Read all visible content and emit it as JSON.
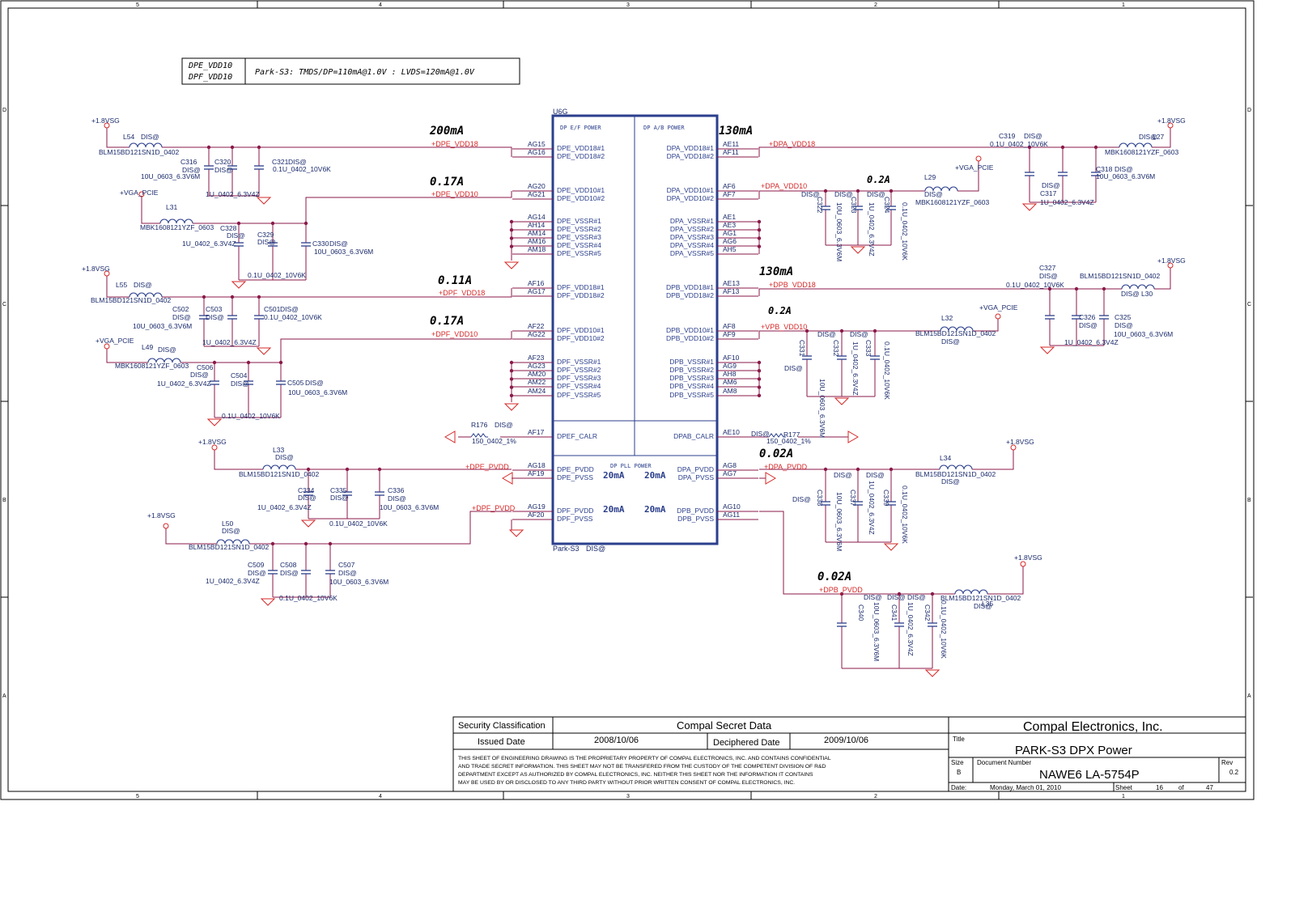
{
  "frame": {
    "col_labels": [
      "5",
      "4",
      "3",
      "2",
      "1"
    ],
    "row_labels": [
      "D",
      "C",
      "B",
      "A"
    ]
  },
  "note": {
    "nets": [
      "DPE_VDD10",
      "DPF_VDD10"
    ],
    "text": "Park-S3: TMDS/DP=110mA@1.0V : LVDS=120mA@1.0V"
  },
  "chip": {
    "ref": "U6G",
    "part": "Park-S3",
    "dis": "DIS@",
    "section_left": "DP E/F POWER",
    "section_right": "DP A/B POWER",
    "section_pll": "DP PLL POWER",
    "pll_currents": [
      "20mA",
      "20mA",
      "20mA",
      "20mA"
    ],
    "left_pins": [
      {
        "ball": "AG15",
        "name": "DPE_VDD18#1"
      },
      {
        "ball": "AG16",
        "name": "DPE_VDD18#2"
      },
      {
        "ball": "AG20",
        "name": "DPE_VDD10#1"
      },
      {
        "ball": "AG21",
        "name": "DPE_VDD10#2"
      },
      {
        "ball": "AG14",
        "name": "DPE_VSSR#1"
      },
      {
        "ball": "AH14",
        "name": "DPE_VSSR#2"
      },
      {
        "ball": "AM14",
        "name": "DPE_VSSR#3"
      },
      {
        "ball": "AM16",
        "name": "DPE_VSSR#4"
      },
      {
        "ball": "AM18",
        "name": "DPE_VSSR#5"
      },
      {
        "ball": "AF16",
        "name": "DPF_VDD18#1"
      },
      {
        "ball": "AG17",
        "name": "DPF_VDD18#2"
      },
      {
        "ball": "AF22",
        "name": "DPF_VDD10#1"
      },
      {
        "ball": "AG22",
        "name": "DPF_VDD10#2"
      },
      {
        "ball": "AF23",
        "name": "DPF_VSSR#1"
      },
      {
        "ball": "AG23",
        "name": "DPF_VSSR#2"
      },
      {
        "ball": "AM20",
        "name": "DPF_VSSR#3"
      },
      {
        "ball": "AM22",
        "name": "DPF_VSSR#4"
      },
      {
        "ball": "AM24",
        "name": "DPF_VSSR#5"
      },
      {
        "ball": "AF17",
        "name": "DPEF_CALR"
      },
      {
        "ball": "AG18",
        "name": "DPE_PVDD"
      },
      {
        "ball": "AF19",
        "name": "DPE_PVSS"
      },
      {
        "ball": "AG19",
        "name": "DPF_PVDD"
      },
      {
        "ball": "AF20",
        "name": "DPF_PVSS"
      }
    ],
    "right_pins": [
      {
        "ball": "AE11",
        "name": "DPA_VDD18#1"
      },
      {
        "ball": "AF11",
        "name": "DPA_VDD18#2"
      },
      {
        "ball": "AF6",
        "name": "DPA_VDD10#1"
      },
      {
        "ball": "AF7",
        "name": "DPA_VDD10#2"
      },
      {
        "ball": "AE1",
        "name": "DPA_VSSR#1"
      },
      {
        "ball": "AE3",
        "name": "DPA_VSSR#2"
      },
      {
        "ball": "AG1",
        "name": "DPA_VSSR#3"
      },
      {
        "ball": "AG6",
        "name": "DPA_VSSR#4"
      },
      {
        "ball": "AH5",
        "name": "DPA_VSSR#5"
      },
      {
        "ball": "AE13",
        "name": "DPB_VDD18#1"
      },
      {
        "ball": "AF13",
        "name": "DPB_VDD18#2"
      },
      {
        "ball": "AF8",
        "name": "DPB_VDD10#1"
      },
      {
        "ball": "AF9",
        "name": "DPB_VDD10#2"
      },
      {
        "ball": "AF10",
        "name": "DPB_VSSR#1"
      },
      {
        "ball": "AG9",
        "name": "DPB_VSSR#2"
      },
      {
        "ball": "AH8",
        "name": "DPB_VSSR#3"
      },
      {
        "ball": "AM6",
        "name": "DPB_VSSR#4"
      },
      {
        "ball": "AM8",
        "name": "DPB_VSSR#5"
      },
      {
        "ball": "AE10",
        "name": "DPAB_CALR"
      },
      {
        "ball": "AG8",
        "name": "DPA_PVDD"
      },
      {
        "ball": "AG7",
        "name": "DPA_PVSS"
      },
      {
        "ball": "AG10",
        "name": "DPB_PVDD"
      },
      {
        "ball": "AG11",
        "name": "DPB_PVSS"
      }
    ]
  },
  "currents": [
    "200mA",
    "0.17A",
    "0.11A",
    "0.17A",
    "130mA",
    "0.2A",
    "130mA",
    "0.2A",
    "0.02A",
    "0.02A"
  ],
  "nets": [
    "+DPE_VDD18",
    "+DPE_VDD10",
    "+DPF_VDD18",
    "+DPF_VDD10",
    "+DPE_PVDD",
    "+DPF_PVDD",
    "+DPA_VDD18",
    "+DPA_VDD10",
    "+DPB_VDD18",
    "+VPB_VDD10",
    "+DPA_PVDD",
    "+DPB_PVDD"
  ],
  "rails": [
    "+1.8VSG",
    "+VGA_PCIE",
    "+1.8VSG",
    "+VGA_PCIE",
    "+1.8VSG",
    "+1.8VSG",
    "+1.8VSG",
    "+VGA_PCIE",
    "+1.8VSG",
    "+VGA_PCIE",
    "+1.8VSG",
    "+1.8VSG"
  ],
  "inductors": [
    {
      "ref": "L54",
      "dis": "DIS@",
      "part": "BLM15BD121SN1D_0402"
    },
    {
      "ref": "L31",
      "part": "MBK1608121YZF_0603"
    },
    {
      "ref": "L55",
      "dis": "DIS@",
      "part": "BLM15BD121SN1D_0402"
    },
    {
      "ref": "L49",
      "dis": "DIS@",
      "part": "MBK1608121YZF_0603"
    },
    {
      "ref": "L33",
      "dis": "DIS@",
      "part": "BLM15BD121SN1D_0402"
    },
    {
      "ref": "L50",
      "dis": "DIS@",
      "part": "BLM15BD121SN1D_0402"
    },
    {
      "ref": "L27",
      "dis": "DIS@",
      "part": "MBK1608121YZF_0603"
    },
    {
      "ref": "L29",
      "dis": "DIS@",
      "part": "MBK1608121YZF_0603"
    },
    {
      "ref": "L30",
      "dis": "DIS@",
      "part": "BLM15BD121SN1D_0402"
    },
    {
      "ref": "L32",
      "dis": "DIS@",
      "part": "BLM15BD121SN1D_0402"
    },
    {
      "ref": "L34",
      "dis": "DIS@",
      "part": "BLM15BD121SN1D_0402"
    },
    {
      "ref": "L35",
      "dis": "DIS@",
      "part": "BLM15BD121SN1D_0402"
    }
  ],
  "capacitors": [
    {
      "ref": "C316",
      "dis": "DIS@",
      "val": "10U_0603_6.3V6M"
    },
    {
      "ref": "C320",
      "dis": "DIS@",
      "val": "1U_0402_6.3V4Z"
    },
    {
      "ref": "C321",
      "dis": "DIS@",
      "val": "0.1U_0402_10V6K"
    },
    {
      "ref": "C328",
      "dis": "DIS@",
      "val": "1U_0402_6.3V4Z"
    },
    {
      "ref": "C329",
      "dis": "DIS@",
      "val": "0.1U_0402_10V6K"
    },
    {
      "ref": "C330",
      "dis": "DIS@",
      "val": "10U_0603_6.3V6M"
    },
    {
      "ref": "C502",
      "dis": "DIS@",
      "val": "10U_0603_6.3V6M"
    },
    {
      "ref": "C503",
      "dis": "DIS@",
      "val": "1U_0402_6.3V4Z"
    },
    {
      "ref": "C501",
      "dis": "DIS@",
      "val": "0.1U_0402_10V6K"
    },
    {
      "ref": "C506",
      "dis": "DIS@",
      "val": "1U_0402_6.3V4Z"
    },
    {
      "ref": "C504",
      "dis": "DIS@",
      "val": "0.1U_0402_10V6K"
    },
    {
      "ref": "C505",
      "dis": "DIS@",
      "val": "10U_0603_6.3V6M"
    },
    {
      "ref": "C334",
      "dis": "DIS@",
      "val": "1U_0402_6.3V4Z"
    },
    {
      "ref": "C335",
      "dis": "DIS@",
      "val": "0.1U_0402_10V6K"
    },
    {
      "ref": "C336",
      "dis": "DIS@",
      "val": "10U_0603_6.3V6M"
    },
    {
      "ref": "C509",
      "dis": "DIS@",
      "val": "1U_0402_6.3V4Z"
    },
    {
      "ref": "C508",
      "dis": "DIS@",
      "val": "0.1U_0402_10V6K"
    },
    {
      "ref": "C507",
      "dis": "DIS@",
      "val": "10U_0603_6.3V6M"
    },
    {
      "ref": "C319",
      "dis": "DIS@",
      "val": "0.1U_0402_10V6K"
    },
    {
      "ref": "C318",
      "dis": "DIS@",
      "val": "10U_0603_6.3V6M"
    },
    {
      "ref": "C317",
      "dis": "DIS@",
      "val": "1U_0402_6.3V4Z"
    },
    {
      "ref": "C322",
      "dis": "DIS@",
      "val": "10U_0603_6.3V6M"
    },
    {
      "ref": "C323",
      "dis": "DIS@",
      "val": "1U_0402_6.3V4Z"
    },
    {
      "ref": "C324",
      "dis": "DIS@",
      "val": "0.1U_0402_10V6K"
    },
    {
      "ref": "C327",
      "dis": "DIS@",
      "val": "0.1U_0402_10V6K"
    },
    {
      "ref": "C326",
      "dis": "DIS@",
      "val": "1U_0402_6.3V4Z"
    },
    {
      "ref": "C325",
      "dis": "DIS@",
      "val": "10U_0603_6.3V6M"
    },
    {
      "ref": "C331",
      "dis": "DIS@",
      "val": "10U_0603_6.3V6M"
    },
    {
      "ref": "C332",
      "dis": "DIS@",
      "val": "1U_0402_6.3V4Z"
    },
    {
      "ref": "C333",
      "dis": "DIS@",
      "val": "0.1U_0402_10V6K"
    },
    {
      "ref": "C338",
      "dis": "DIS@",
      "val": "10U_0603_6.3V6M"
    },
    {
      "ref": "C337",
      "dis": "DIS@",
      "val": "1U_0402_6.3V4Z"
    },
    {
      "ref": "C339",
      "dis": "DIS@",
      "val": "0.1U_0402_10V6K"
    },
    {
      "ref": "C340",
      "dis": "DIS@",
      "val": "10U_0603_6.3V6M"
    },
    {
      "ref": "C341",
      "dis": "DIS@",
      "val": "1U_0402_6.3V4Z"
    },
    {
      "ref": "C342",
      "dis": "DIS@",
      "val": "0.1U_0402_10V6K"
    }
  ],
  "resistors": [
    {
      "ref": "R176",
      "dis": "DIS@",
      "val": "150_0402_1%"
    },
    {
      "ref": "R177",
      "dis": "DIS@",
      "val": "150_0402_1%"
    }
  ],
  "title_block": {
    "security_label": "Security Classification",
    "security_value": "Compal Secret Data",
    "issued_label": "Issued Date",
    "issued_value": "2008/10/06",
    "deciphered_label": "Deciphered Date",
    "deciphered_value": "2009/10/06",
    "company": "Compal Electronics, Inc.",
    "title_label": "Title",
    "title": "PARK-S3 DPX Power",
    "size_label": "Size",
    "size_value": "B",
    "docnum_label": "Document Number",
    "docnum": "NAWE6 LA-5754P",
    "rev_label": "Rev",
    "rev": "0.2",
    "date_label": "Date:",
    "date": "Monday, March 01, 2010",
    "sheet_label": "Sheet",
    "sheet": "16",
    "of_label": "of",
    "total": "47",
    "disclaimer": [
      "THIS SHEET OF ENGINEERING DRAWING IS THE PROPRIETARY PROPERTY OF COMPAL ELECTRONICS, INC. AND CONTAINS CONFIDENTIAL",
      "AND TRADE SECRET INFORMATION. THIS SHEET MAY NOT BE TRANSFERED FROM THE CUSTODY OF THE COMPETENT DIVISION OF R&D",
      "DEPARTMENT EXCEPT AS AUTHORIZED BY COMPAL ELECTRONICS, INC. NEITHER THIS SHEET NOR THE INFORMATION IT CONTAINS",
      "MAY BE USED BY OR DISCLOSED TO ANY THIRD PARTY WITHOUT PRIOR WRITTEN CONSENT OF COMPAL ELECTRONICS, INC."
    ]
  },
  "colors": {
    "wire": "#8b1a4a",
    "chip": "#2b3f8c",
    "net": "#d62828",
    "text": "#1a2a6c",
    "pin": "#2b3f8c"
  }
}
